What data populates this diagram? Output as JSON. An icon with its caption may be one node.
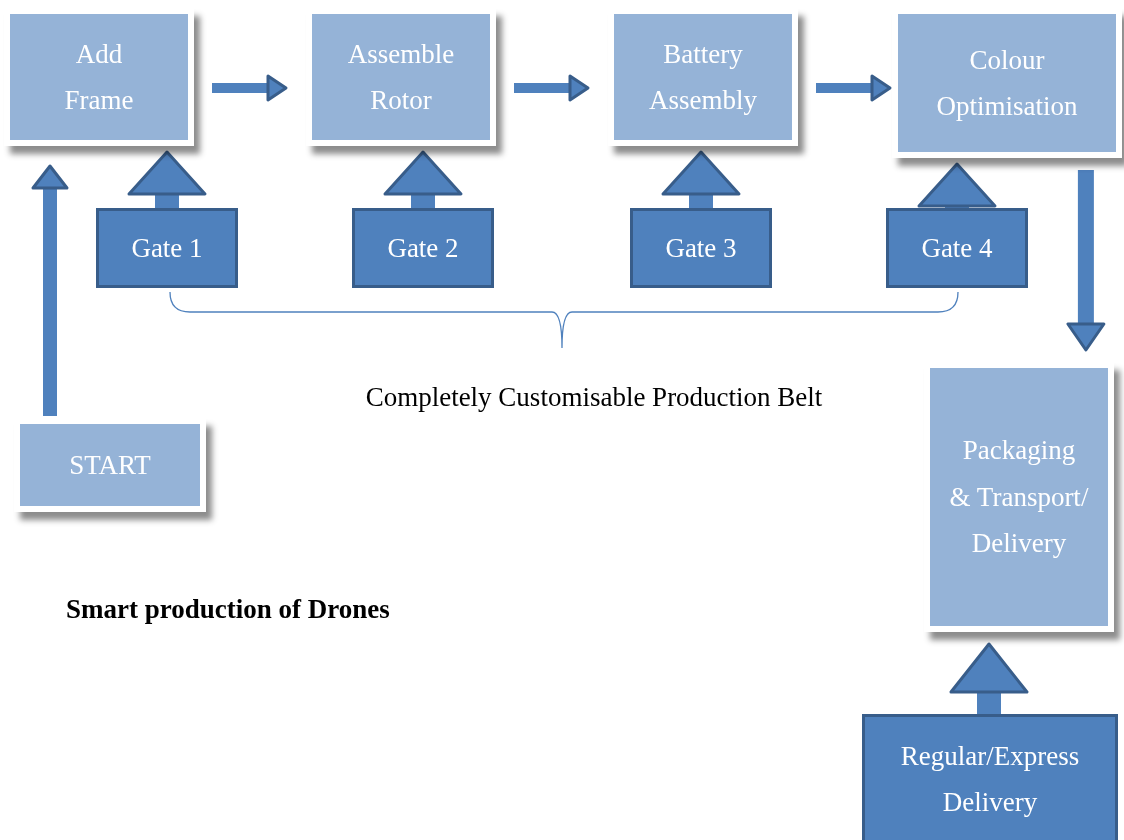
{
  "diagram": {
    "title": "Smart production of Drones",
    "nodes": [
      {
        "text": [
          "Add Frame"
        ]
      },
      {
        "text": [
          "Assemble Rotor"
        ]
      },
      {
        "text": [
          "Battery Assembly"
        ]
      },
      {
        "text": [
          "Colour Optimisation"
        ]
      },
      {
        "text": [
          "START"
        ]
      },
      {
        "text": [
          "Gate 1"
        ]
      },
      {
        "text": [
          "Gate 2"
        ]
      },
      {
        "text": [
          "Gate 3"
        ]
      },
      {
        "text": [
          "Gate 4"
        ]
      },
      {
        "text": [
          "Packaging & Transport/ Delivery"
        ]
      },
      {
        "text": [
          "Regular/Express Delivery"
        ]
      }
    ],
    "edges": [
      {
        "from": 0,
        "to": 1,
        "arrow": "to"
      },
      {
        "from": 1,
        "to": 2,
        "arrow": "to"
      },
      {
        "from": 2,
        "to": 3,
        "arrow": "to"
      },
      {
        "from": 4,
        "to": 0,
        "arrow": "to"
      },
      {
        "from": 5,
        "to": 0,
        "arrow": "to"
      },
      {
        "from": 6,
        "to": 1,
        "arrow": "to"
      },
      {
        "from": 7,
        "to": 2,
        "arrow": "to"
      },
      {
        "from": 8,
        "to": 3,
        "arrow": "to"
      },
      {
        "from": 3,
        "to": 9,
        "arrow": "to"
      },
      {
        "from": 10,
        "to": 9,
        "arrow": "to"
      }
    ],
    "labels": [
      "Completely Customisable Production Belt"
    ]
  }
}
